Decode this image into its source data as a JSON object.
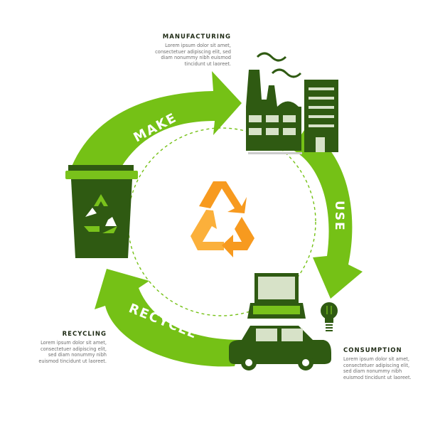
{
  "diagram": {
    "type": "circular-recycling-cycle",
    "colors": {
      "arrow_green": "#75c116",
      "dark_green": "#2f5a12",
      "light_green": "#79c21b",
      "pale": "#d7e2c8",
      "orange": "#f79a1f",
      "orange_light": "#fbb03b",
      "text_dark": "#1e2a14",
      "text_gray": "#6d6d6d"
    },
    "arrows": [
      {
        "label": "MAKE"
      },
      {
        "label": "USE"
      },
      {
        "label": "RECYCLE"
      }
    ],
    "stages": {
      "manufacturing": {
        "title": "MANUFACTURING",
        "lines": [
          "Lorem ipsum dolor sit amet,",
          "consectetuer adipiscing elit, sed",
          "diam nonummy nibh euismod",
          "tincidunt ut laoreet."
        ]
      },
      "consumption": {
        "title": "CONSUMPTION",
        "lines": [
          "Lorem ipsum dolor sit amet,",
          "consectetuer adipiscing elit,",
          "sed diam nonummy nibh",
          "euismod tincidunt ut laoreet."
        ]
      },
      "recycling": {
        "title": "RECYCLING",
        "lines": [
          "Lorem ipsum dolor sit amet,",
          "consectetuer adipiscing elit,",
          "sed diam nonummy nibh",
          "euismod tincidunt ut laoreet."
        ]
      }
    },
    "icons": [
      "factory-icon",
      "office-building-icon",
      "laptop-icon",
      "car-icon",
      "lightbulb-icon",
      "recycle-bin-icon",
      "recycle-symbol-icon"
    ]
  }
}
